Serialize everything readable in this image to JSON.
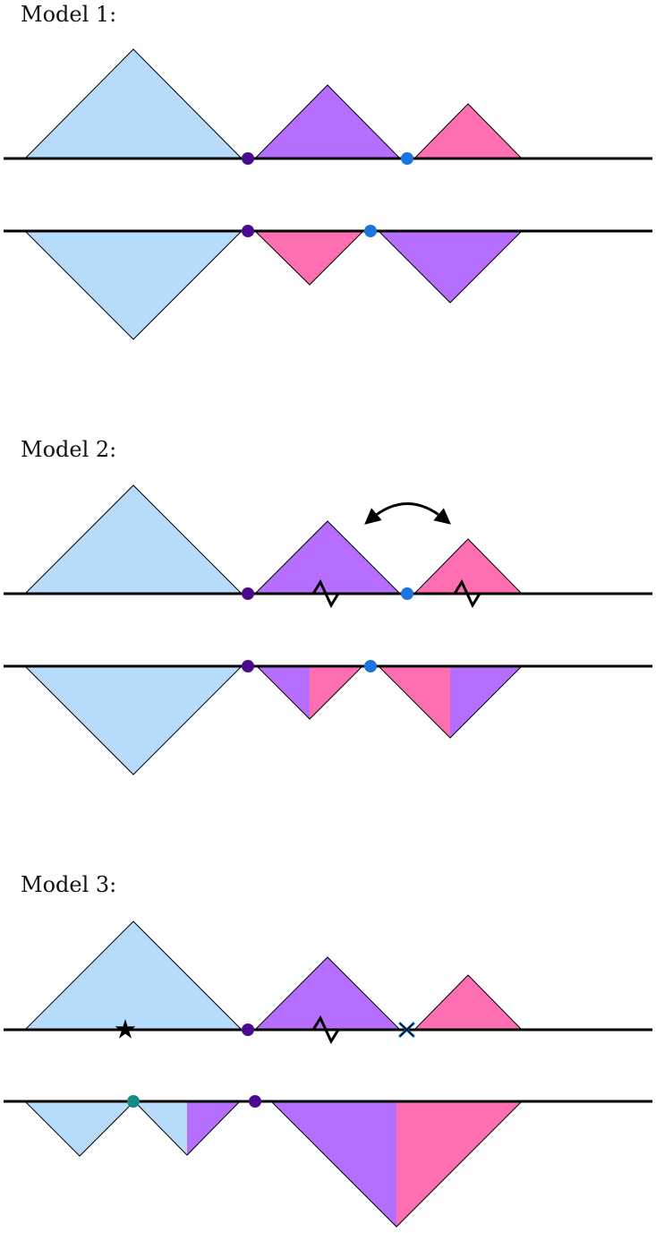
{
  "colors": {
    "light_blue": "#B7DBFB",
    "purple": "#B56EFE",
    "pink": "#FE6FB2",
    "dot_indigo": "#4B0A8E",
    "dot_blue": "#1A75E0",
    "dot_teal": "#138A86",
    "line": "#000000"
  },
  "models": [
    {
      "label": "Model 1:"
    },
    {
      "label": "Model 2:"
    },
    {
      "label": "Model 3:"
    }
  ],
  "icons": [
    "curved-double-arrow-icon",
    "zigzag-icon",
    "star-icon",
    "cross-icon"
  ]
}
